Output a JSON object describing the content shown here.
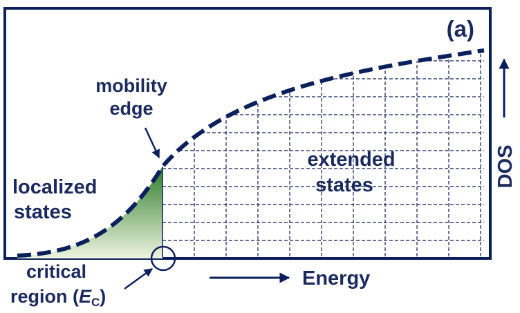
{
  "panel_label": "(a)",
  "labels": {
    "mobility_edge": [
      "mobility",
      "edge"
    ],
    "localized_states": [
      "localized",
      "states"
    ],
    "extended_states": [
      "extended",
      "states"
    ],
    "critical_region_line1": "critical",
    "critical_region_prefix": "region (",
    "critical_region_symbol": "E",
    "critical_region_subscript": "C",
    "critical_region_suffix": ")",
    "x_axis": "Energy",
    "y_axis": "DOS"
  },
  "colors": {
    "frame": "#0b1f5c",
    "curve": "#0b1f5c",
    "grid": "#0b1f5c",
    "text": "#1b2a5e",
    "localized_fill_top": "#2e7d2a",
    "localized_fill_bottom": "#eef4e0"
  }
}
